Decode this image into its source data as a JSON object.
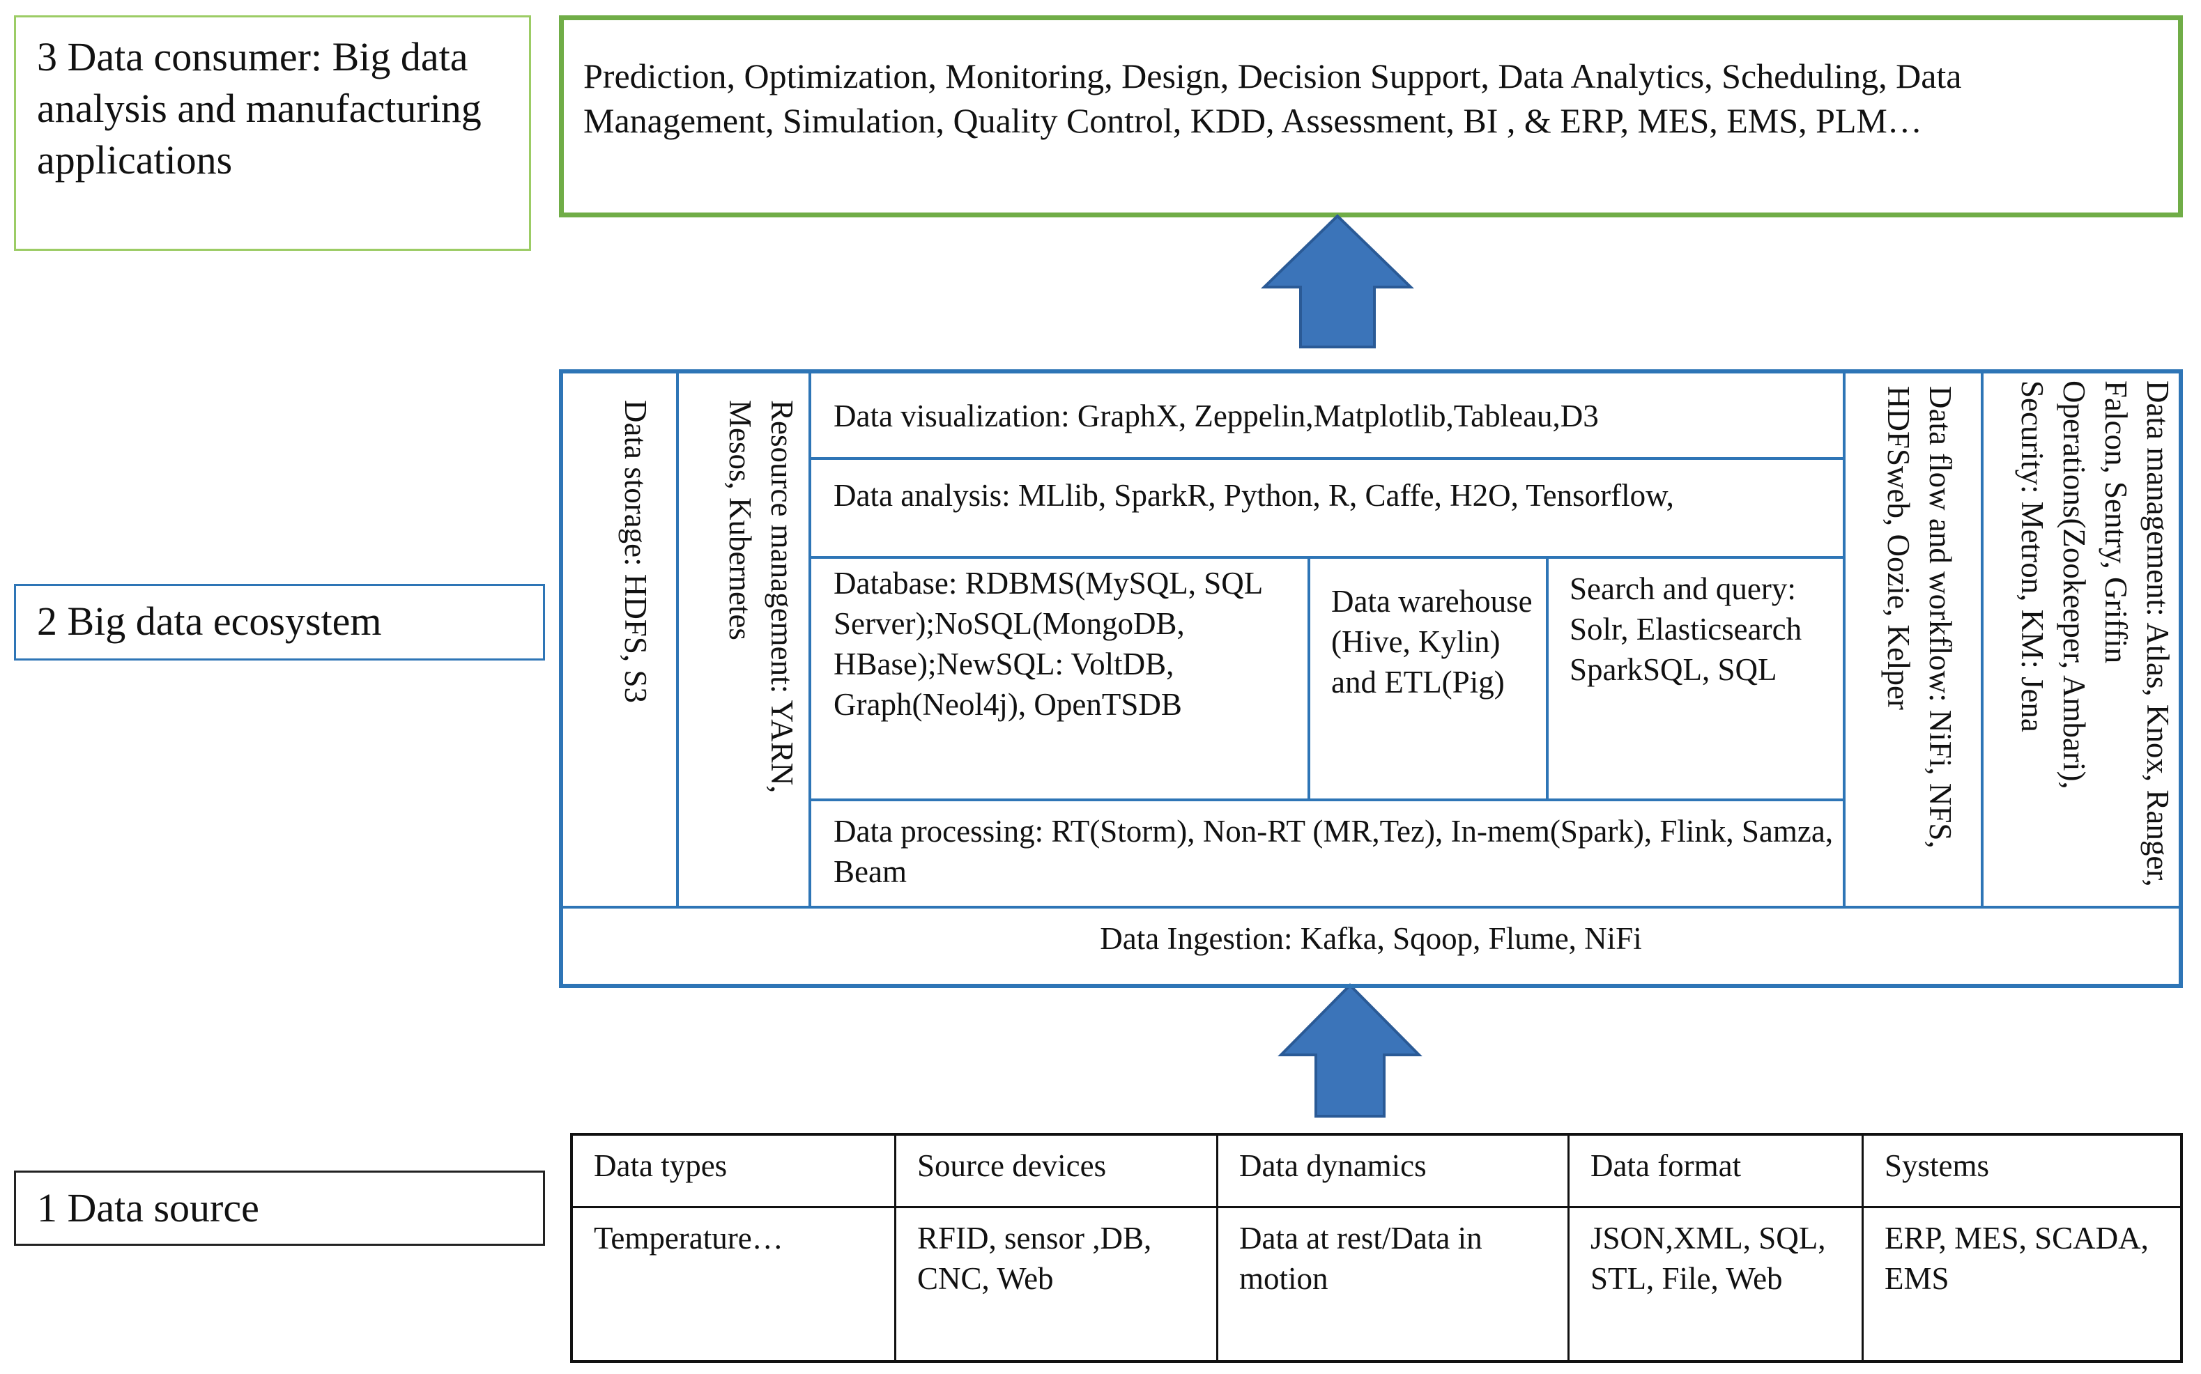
{
  "layers": {
    "consumer_label": "3 Data consumer: Big data analysis and manufacturing applications",
    "ecosystem_label": "2 Big data ecosystem",
    "source_label": "1 Data source"
  },
  "consumer": {
    "text": "Prediction, Optimization, Monitoring, Design, Decision Support, Data Analytics, Scheduling, Data Management, Simulation, Quality Control, KDD, Assessment, BI ,  &  ERP, MES, EMS, PLM…"
  },
  "ecosystem": {
    "data_storage": "Data storage: HDFS, S3",
    "resource_management": "Resource management: YARN, Mesos, Kubernetes",
    "visualization": "Data  visualization: GraphX, Zeppelin,Matplotlib,Tableau,D3",
    "analysis": "Data analysis: MLlib, SparkR, Python, R, Caffe, H2O, Tensorflow,",
    "database": "Database: RDBMS(MySQL, SQL Server);NoSQL(MongoDB, HBase);NewSQL: VoltDB, Graph(Neol4j), OpenTSDB",
    "warehouse": "Data warehouse (Hive, Kylin) and ETL(Pig)",
    "search": "Search and query: Solr, Elasticsearch SparkSQL, SQL",
    "processing": "Data processing: RT(Storm), Non-RT (MR,Tez), In-mem(Spark), Flink, Samza, Beam",
    "flow": "Data flow and workflow: NiFi, NFS, HDFSweb, Oozie, Kelper",
    "management": "Data management: Atlas, Knox, Ranger, Falcon, Sentry, Griffin Operations(Zookeeper, Ambari), Security: Metron, KM: Jena",
    "ingestion": "Data Ingestion: Kafka, Sqoop, Flume, NiFi"
  },
  "source_table": {
    "headers": [
      "Data types",
      "Source devices",
      "Data dynamics",
      "Data format",
      "Systems"
    ],
    "values": [
      "Temperature…",
      "RFID, sensor ,DB, CNC, Web",
      "Data at rest/Data in motion",
      "JSON,XML, SQL, STL, File, Web",
      "ERP, MES, SCADA, EMS"
    ]
  },
  "colors": {
    "consumer_border": "#70ad47",
    "ecosystem_border": "#2e75b6",
    "arrow_fill": "#3b74b9",
    "source_border": "#111111"
  }
}
